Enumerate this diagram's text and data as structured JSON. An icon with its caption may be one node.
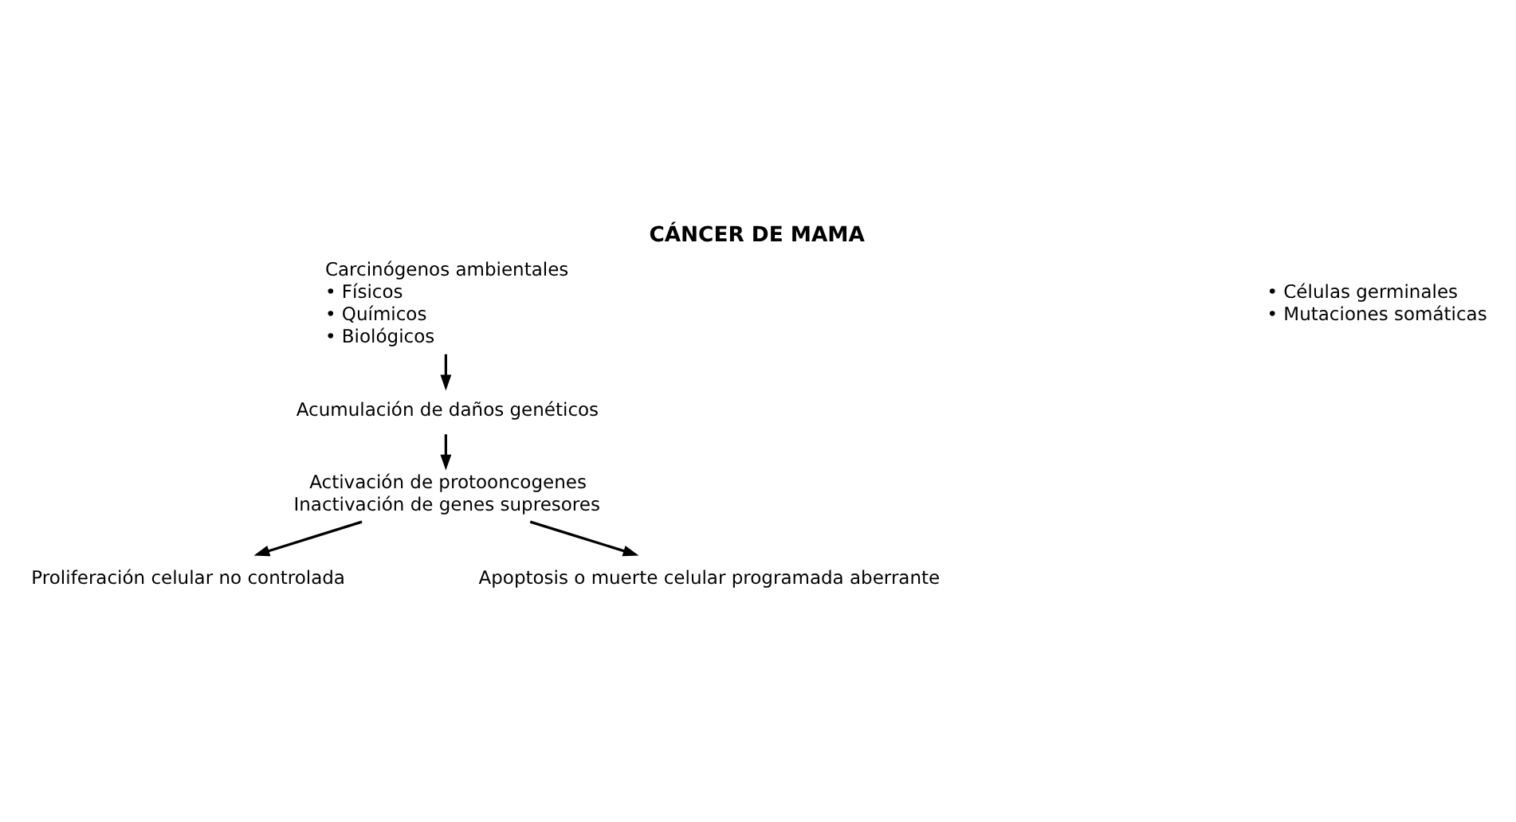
{
  "diagram": {
    "title": "CÁNCER DE MAMA",
    "nodes": [
      {
        "text": [
          "Carcinógenos ambientales",
          "• Físicos",
          "• Químicos",
          "• Biológicos"
        ]
      },
      {
        "text": [
          "Acumulación de daños genéticos"
        ]
      },
      {
        "text": [
          "Activación de protooncogenes",
          "Inactivación de genes supresores"
        ]
      },
      {
        "text": [
          "Proliferación celular no controlada"
        ]
      },
      {
        "text": [
          "Apoptosis o muerte celular programada aberrante"
        ]
      }
    ],
    "edges": [
      {
        "from": 0,
        "to": 1,
        "arrow": "to"
      },
      {
        "from": 1,
        "to": 2,
        "arrow": "to"
      },
      {
        "from": 2,
        "to": 3,
        "arrow": "to"
      },
      {
        "from": 2,
        "to": 4,
        "arrow": "to"
      }
    ],
    "labels": [
      "• Células germinales",
      "• Mutaciones somáticas"
    ]
  }
}
